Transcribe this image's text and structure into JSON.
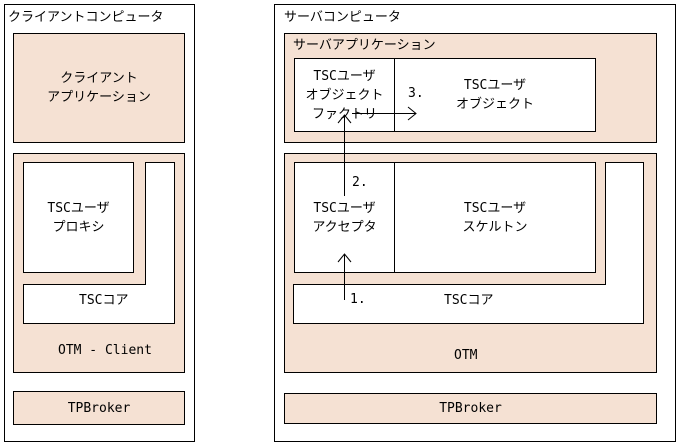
{
  "client": {
    "title": "クライアントコンピュータ",
    "app_label": "クライアント\nアプリケーション",
    "tsc_user_proxy": "TSCユーザ\nプロキシ",
    "tsc_core": "TSCコア",
    "otm_client": "OTM - Client",
    "tpbroker": "TPBroker"
  },
  "server": {
    "title": "サーバコンピュータ",
    "app_label": "サーバアプリケーション",
    "tsc_user_object_factory": "TSCユーザ\nオブジェクト\nファクトリ",
    "tsc_user_object": "TSCユーザ\nオブジェクト",
    "tsc_user_acceptor": "TSCユーザ\nアクセプタ",
    "tsc_user_skeleton": "TSCユーザ\nスケルトン",
    "tsc_core": "TSCコア",
    "otm": "OTM",
    "tpbroker": "TPBroker"
  },
  "steps": {
    "step1": "1.",
    "step2": "2.",
    "step3": "3."
  }
}
